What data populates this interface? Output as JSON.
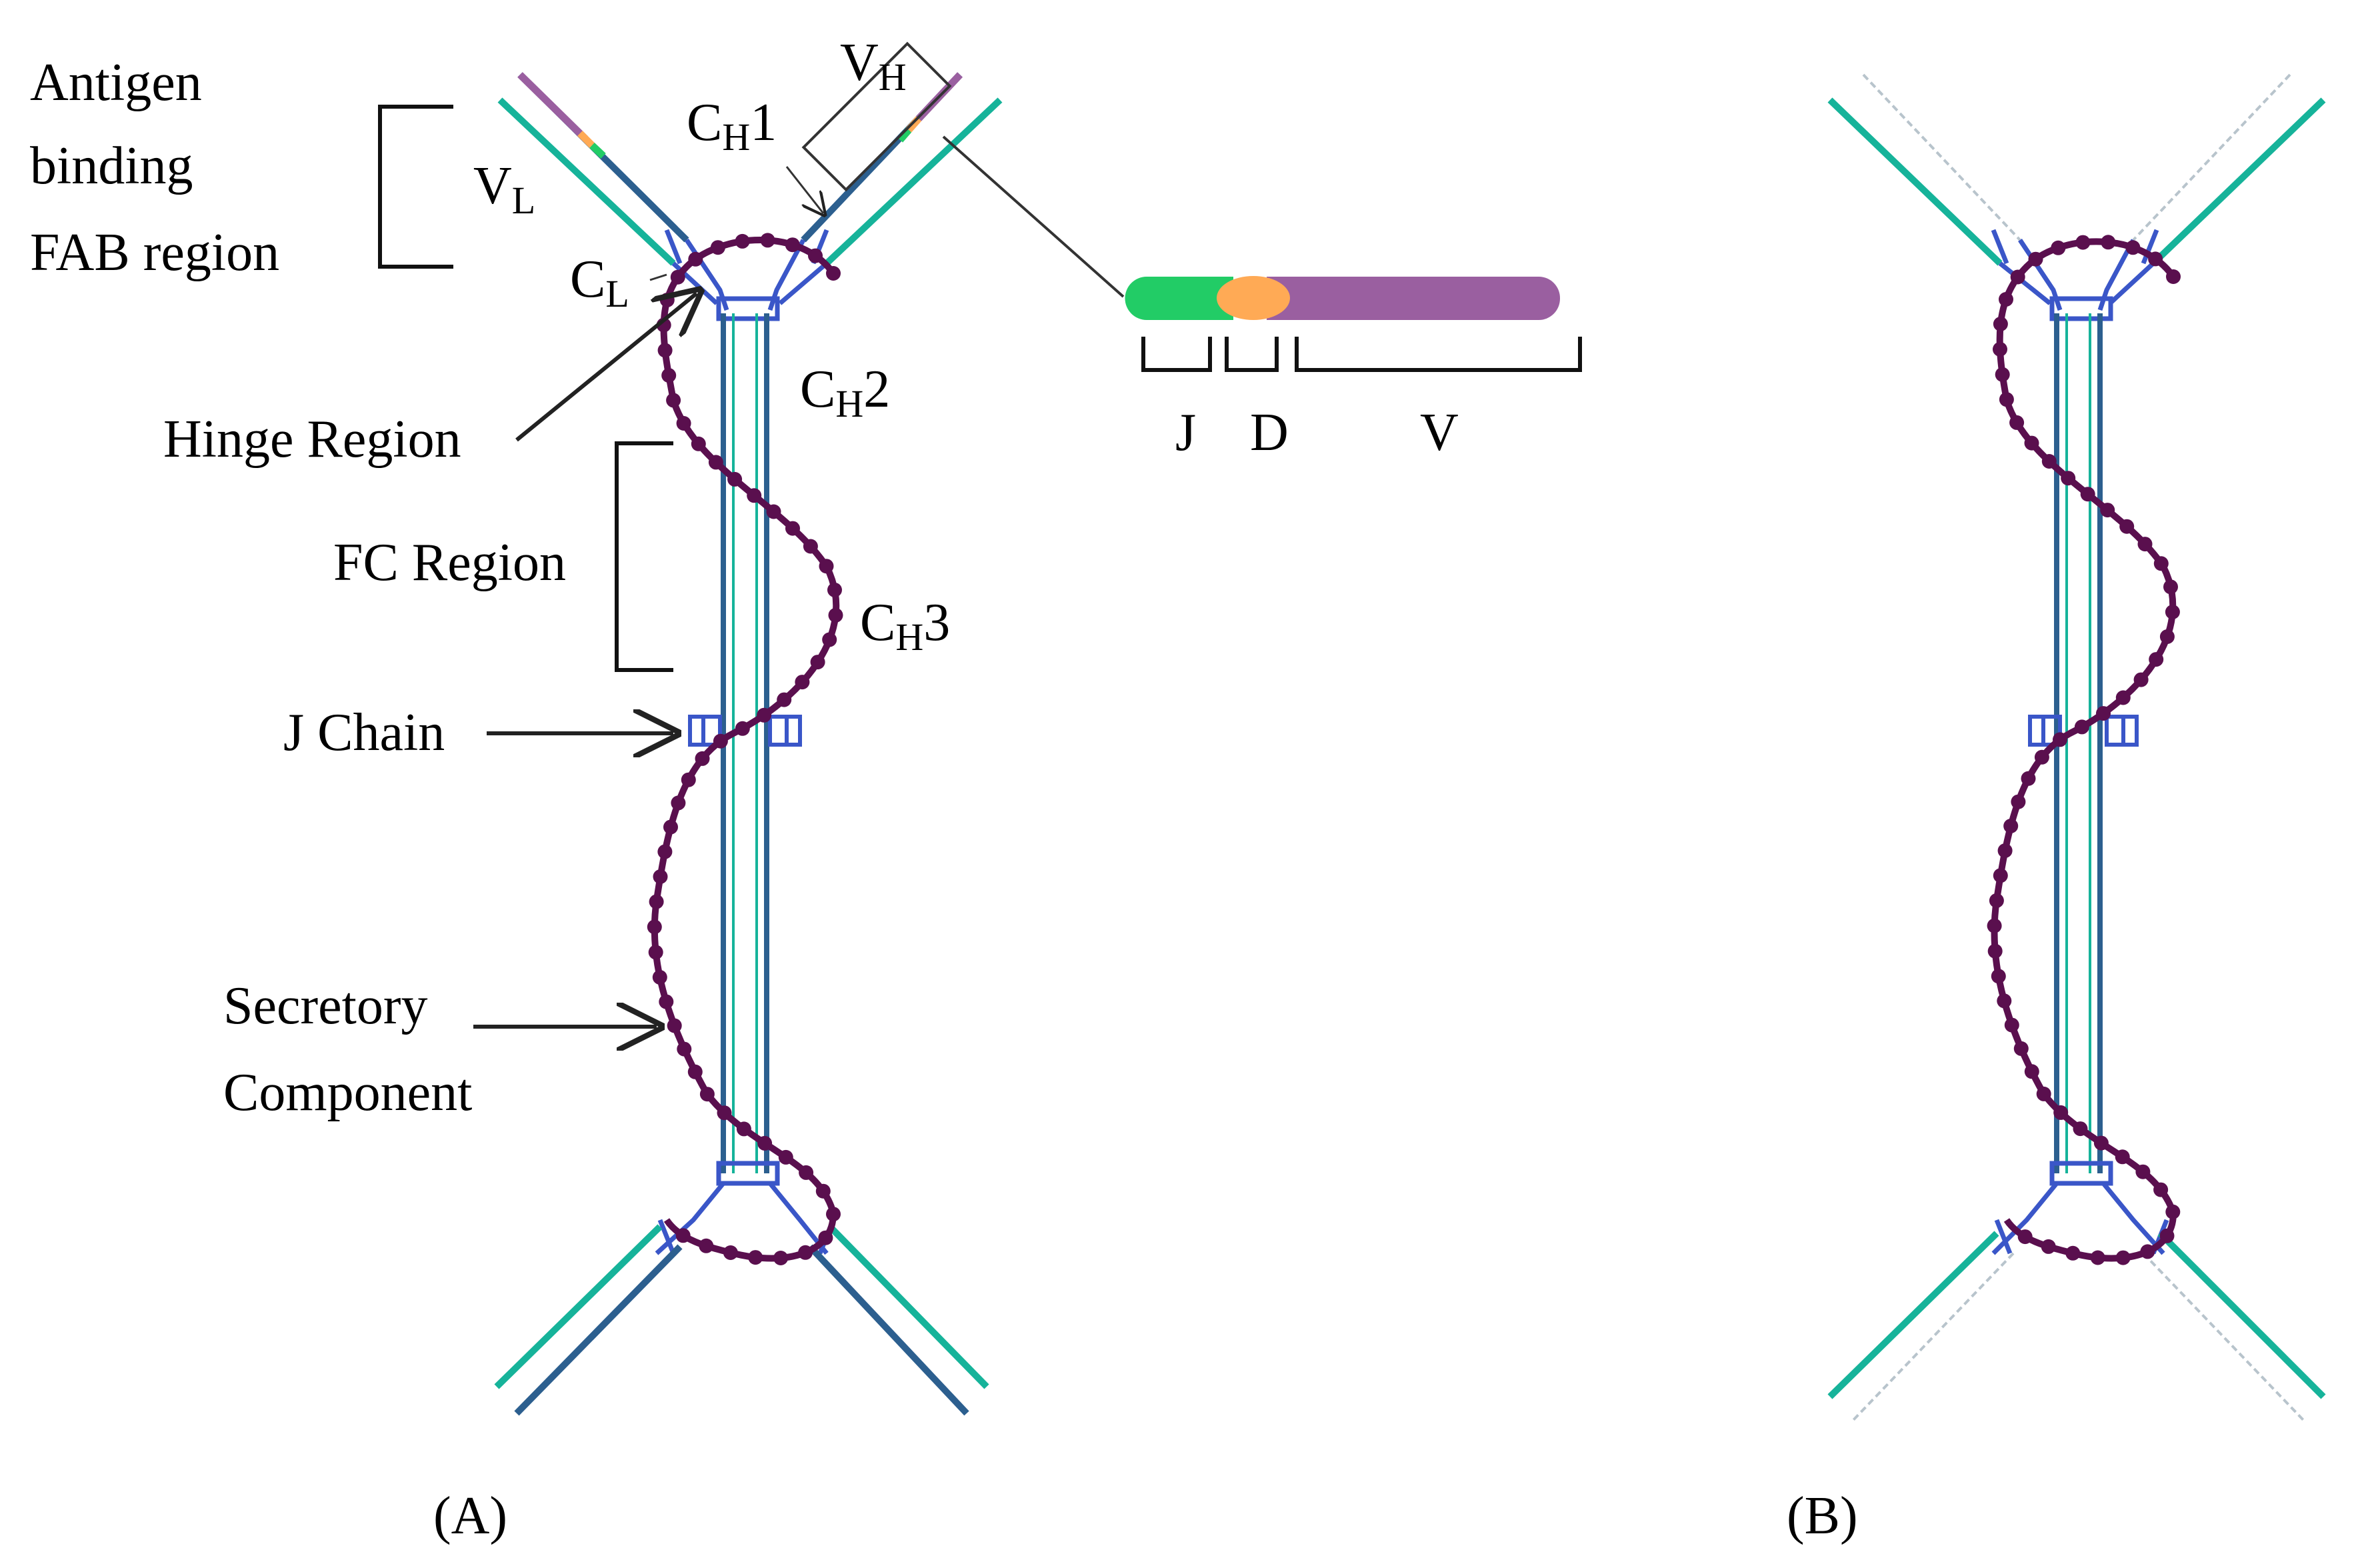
{
  "figure": {
    "colors": {
      "light_chain": "#16b39a",
      "heavy_chain": "#2c5f8f",
      "domain_box": "#3a56c8",
      "secretory": "#5a0f4e",
      "gene_j": "#22cc66",
      "gene_d": "#ffaa55",
      "gene_v": "#9a5fa0",
      "dashed_chain": "#b8c4cc",
      "arrow": "#222222"
    },
    "panel_a": {
      "label": "(A)",
      "antigen_binding": [
        "Antigen",
        "binding",
        "FAB region"
      ],
      "vl": {
        "main": "V",
        "sub": "L"
      },
      "vh": {
        "main": "V",
        "sub": "H"
      },
      "ch1": {
        "main": "C",
        "sub": "H",
        "suffix": "1"
      },
      "cl": {
        "main": "C",
        "sub": "L"
      },
      "ch2": {
        "main": "C",
        "sub": "H",
        "suffix": "2"
      },
      "ch3": {
        "main": "C",
        "sub": "H",
        "suffix": "3"
      },
      "hinge": "Hinge Region",
      "fc": "FC Region",
      "j_chain": "J Chain",
      "secretory": [
        "Secretory",
        "Component"
      ]
    },
    "gene_segments": {
      "icons": [
        "gene-j-segment",
        "gene-d-segment",
        "gene-v-segment"
      ],
      "j": "J",
      "d": "D",
      "v": "V"
    },
    "panel_b": {
      "label": "(B)"
    }
  }
}
